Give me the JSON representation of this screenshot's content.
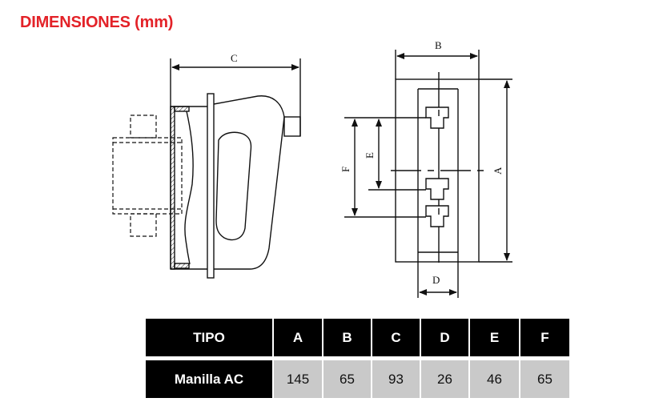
{
  "title": "DIMENSIONES (mm)",
  "drawing_labels": {
    "A": "A",
    "B": "B",
    "C": "C",
    "D": "D",
    "E": "E",
    "F": "F"
  },
  "table": {
    "headers": [
      "TIPO",
      "A",
      "B",
      "C",
      "D",
      "E",
      "F"
    ],
    "rows": [
      [
        "Manilla AC",
        "145",
        "65",
        "93",
        "26",
        "46",
        "65"
      ]
    ]
  },
  "colors": {
    "title": "#e32228",
    "header_bg": "#000000",
    "value_bg": "#c9c9c9"
  }
}
